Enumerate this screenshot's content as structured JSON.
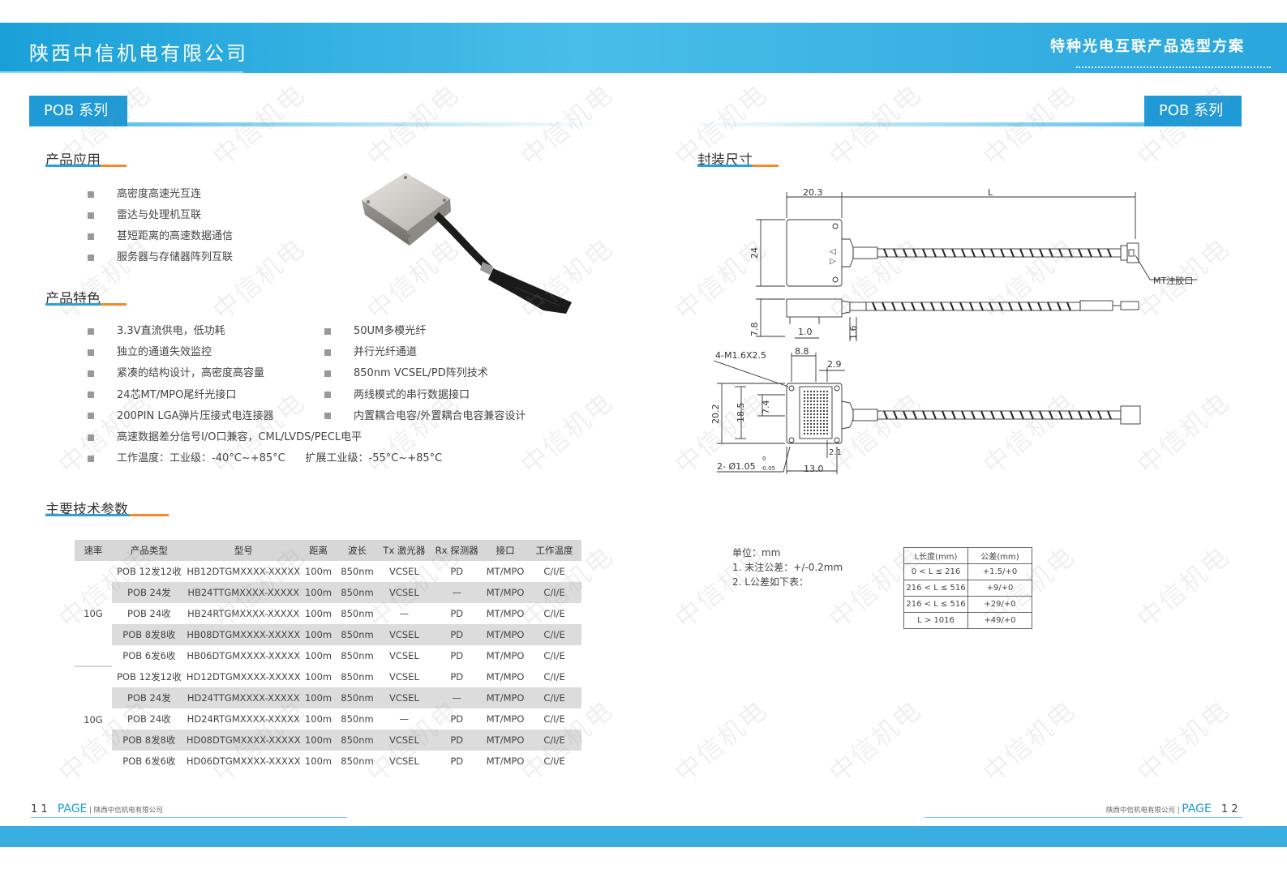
{
  "header": {
    "company": "陕西中信机电有限公司",
    "subtitle": "特种光电互联产品选型方案"
  },
  "badges": {
    "left": "POB 系列",
    "right": "POB 系列"
  },
  "sections": {
    "application": "产品应用",
    "features": "产品特色",
    "specs": "主要技术参数",
    "dimensions": "封装尺寸"
  },
  "applications": [
    "高密度高速光互连",
    "雷达与处理机互联",
    "甚短距离的高速数据通信",
    "服务器与存储器阵列互联"
  ],
  "features_left": [
    "3.3V直流供电，低功耗",
    "独立的通道失效监控",
    "紧凑的结构设计，高密度高容量",
    "24芯MT/MPO尾纤光接口",
    "200PIN LGA弹片压接式电连接器",
    "高速数据差分信号I/O口兼容，CML/LVDS/PECL电平",
    "工作温度：工业级：-40°C~+85°C      扩展工业级：-55°C~+85°C"
  ],
  "features_right": [
    "50UM多模光纤",
    "并行光纤通道",
    "850nm VCSEL/PD阵列技术",
    "两线模式的串行数据接口",
    "内置耦合电容/外置耦合电容兼容设计"
  ],
  "spec_table": {
    "headers": [
      "速率",
      "产品类型",
      "型号",
      "距离",
      "波长",
      "Tx 激光器",
      "Rx 探测器",
      "接口",
      "工作温度"
    ],
    "groups": [
      {
        "rate": "10G",
        "rows": [
          [
            "POB 12发12收",
            "HB12DTGMXXXX-XXXXX",
            "100m",
            "850nm",
            "VCSEL",
            "PD",
            "MT/MPO",
            "C/I/E"
          ],
          [
            "POB 24发",
            "HB24TTGMXXXX-XXXXX",
            "100m",
            "850nm",
            "VCSEL",
            "—",
            "MT/MPO",
            "C/I/E"
          ],
          [
            "POB 24收",
            "HB24RTGMXXXX-XXXXX",
            "100m",
            "850nm",
            "—",
            "PD",
            "MT/MPO",
            "C/I/E"
          ],
          [
            "POB 8发8收",
            "HB08DTGMXXXX-XXXXX",
            "100m",
            "850nm",
            "VCSEL",
            "PD",
            "MT/MPO",
            "C/I/E"
          ],
          [
            "POB 6发6收",
            "HB06DTGMXXXX-XXXXX",
            "100m",
            "850nm",
            "VCSEL",
            "PD",
            "MT/MPO",
            "C/I/E"
          ]
        ]
      },
      {
        "rate": "10G",
        "rows": [
          [
            "POB 12发12收",
            "HD12DTGMXXXX-XXXXX",
            "100m",
            "850nm",
            "VCSEL",
            "PD",
            "MT/MPO",
            "C/I/E"
          ],
          [
            "POB 24发",
            "HD24TTGMXXXX-XXXXX",
            "100m",
            "850nm",
            "VCSEL",
            "—",
            "MT/MPO",
            "C/I/E"
          ],
          [
            "POB 24收",
            "HD24RTGMXXXX-XXXXX",
            "100m",
            "850nm",
            "—",
            "PD",
            "MT/MPO",
            "C/I/E"
          ],
          [
            "POB 8发8收",
            "HD08DTGMXXXX-XXXXX",
            "100m",
            "850nm",
            "VCSEL",
            "PD",
            "MT/MPO",
            "C/I/E"
          ],
          [
            "POB 6发6收",
            "HD06DTGMXXXX-XXXXX",
            "100m",
            "850nm",
            "VCSEL",
            "PD",
            "MT/MPO",
            "C/I/E"
          ]
        ]
      }
    ]
  },
  "drawing": {
    "dim_20_3": "20.3",
    "dim_L": "L",
    "dim_24": "24",
    "mt_label": "MT注胶口",
    "dim_7_8": "7.8",
    "dim_1_0": "1.0",
    "dim_1_6": "1.6",
    "screw": "4-M1.6X2.5",
    "dim_8_8": "8.8",
    "dim_2_9": "2.9",
    "dim_20_2": "20.2",
    "dim_18_5": "18.5",
    "dim_7_4": "7.4",
    "hole_main": "2- Ø1.05",
    "hole_tol_top": "0",
    "hole_tol_bot": "-0.05",
    "dim_13_0": "13.0",
    "dim_2_1": "2.1"
  },
  "notes": {
    "unit": "单位：mm",
    "n1": "1. 未注公差：+/-0.2mm",
    "n2": "2. L公差如下表："
  },
  "tolerance": {
    "headers": [
      "L长度(mm)",
      "公差(mm)"
    ],
    "rows": [
      [
        "0 < L ≤ 216",
        "+1.5/+0"
      ],
      [
        "216 < L ≤ 516",
        "+9/+0"
      ],
      [
        "216 < L ≤ 516",
        "+29/+0"
      ],
      [
        "L > 1016",
        "+49/+0"
      ]
    ]
  },
  "footer": {
    "left_num": "1 1",
    "page": "PAGE",
    "left_company": "陕西中信机电有限公司",
    "right_company": "陕西中信机电有限公司",
    "right_num": "1 2"
  },
  "watermark": "中信机电",
  "colors": {
    "brand_blue": "#1f9ad6",
    "accent_orange": "#f28a2a"
  }
}
